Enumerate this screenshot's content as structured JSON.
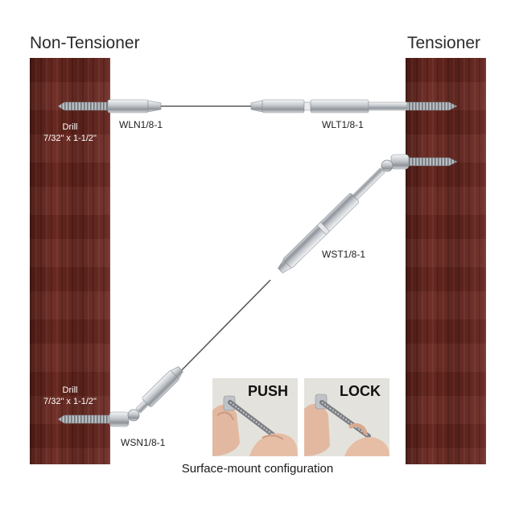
{
  "headings": {
    "left": "Non-Tensioner",
    "right": "Tensioner"
  },
  "drill_note": {
    "line1": "Drill",
    "line2": "7/32\" x 1-1/2\""
  },
  "parts": {
    "top_left": "WLN1/8-1",
    "top_right": "WLT1/8-1",
    "diag_upper": "WST1/8-1",
    "diag_lower": "WSN1/8-1"
  },
  "photos": {
    "push": "PUSH",
    "lock": "LOCK"
  },
  "caption": "Surface-mount configuration",
  "colors": {
    "wood": "#6a2a22",
    "steel": "#c9ccd0",
    "cable": "#5a5a5a"
  }
}
